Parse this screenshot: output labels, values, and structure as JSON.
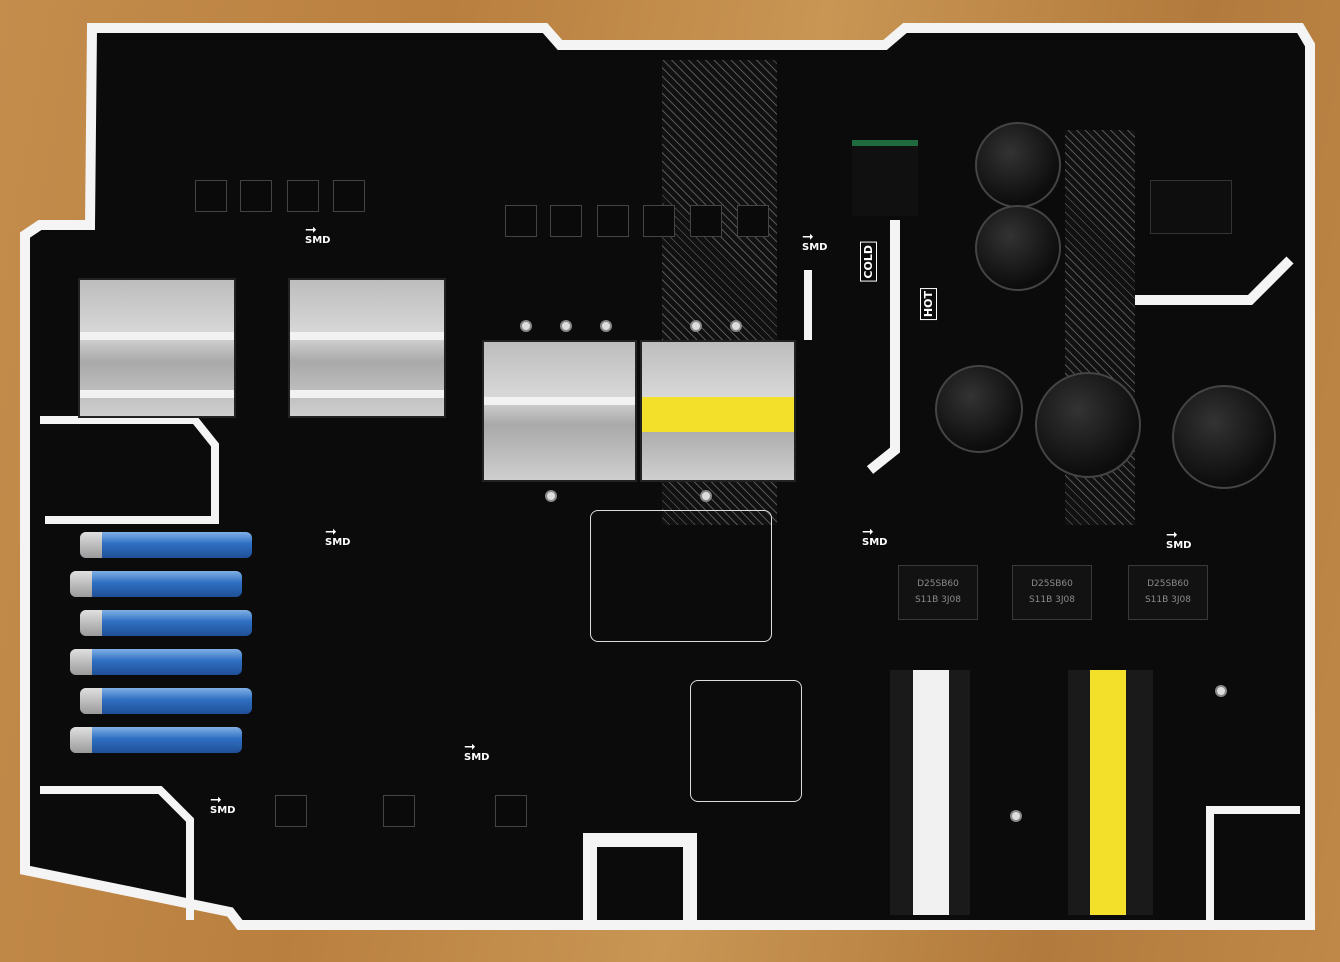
{
  "image": {
    "subject": "pcb-power-board",
    "colors": {
      "board": "#0b0b0b",
      "silkscreen": "#ffffff",
      "wood": "#c08a4a",
      "heatsink": "#c4c4c4",
      "capacitor_blue": "#2f6fc2",
      "tape_yellow": "#f2e02a"
    }
  },
  "labels": {
    "smd": [
      "SMD",
      "SMD",
      "SMD",
      "SMD",
      "SMD",
      "SMD",
      "SMD"
    ],
    "cold": "COLD",
    "hot": "HOT",
    "bridges": [
      {
        "line1": "D25SB60",
        "line2": "S11B 3J08"
      },
      {
        "line1": "D25SB60",
        "line2": "S11B 3J08"
      },
      {
        "line1": "D25SB60",
        "line2": "S11B 3J08"
      }
    ]
  }
}
